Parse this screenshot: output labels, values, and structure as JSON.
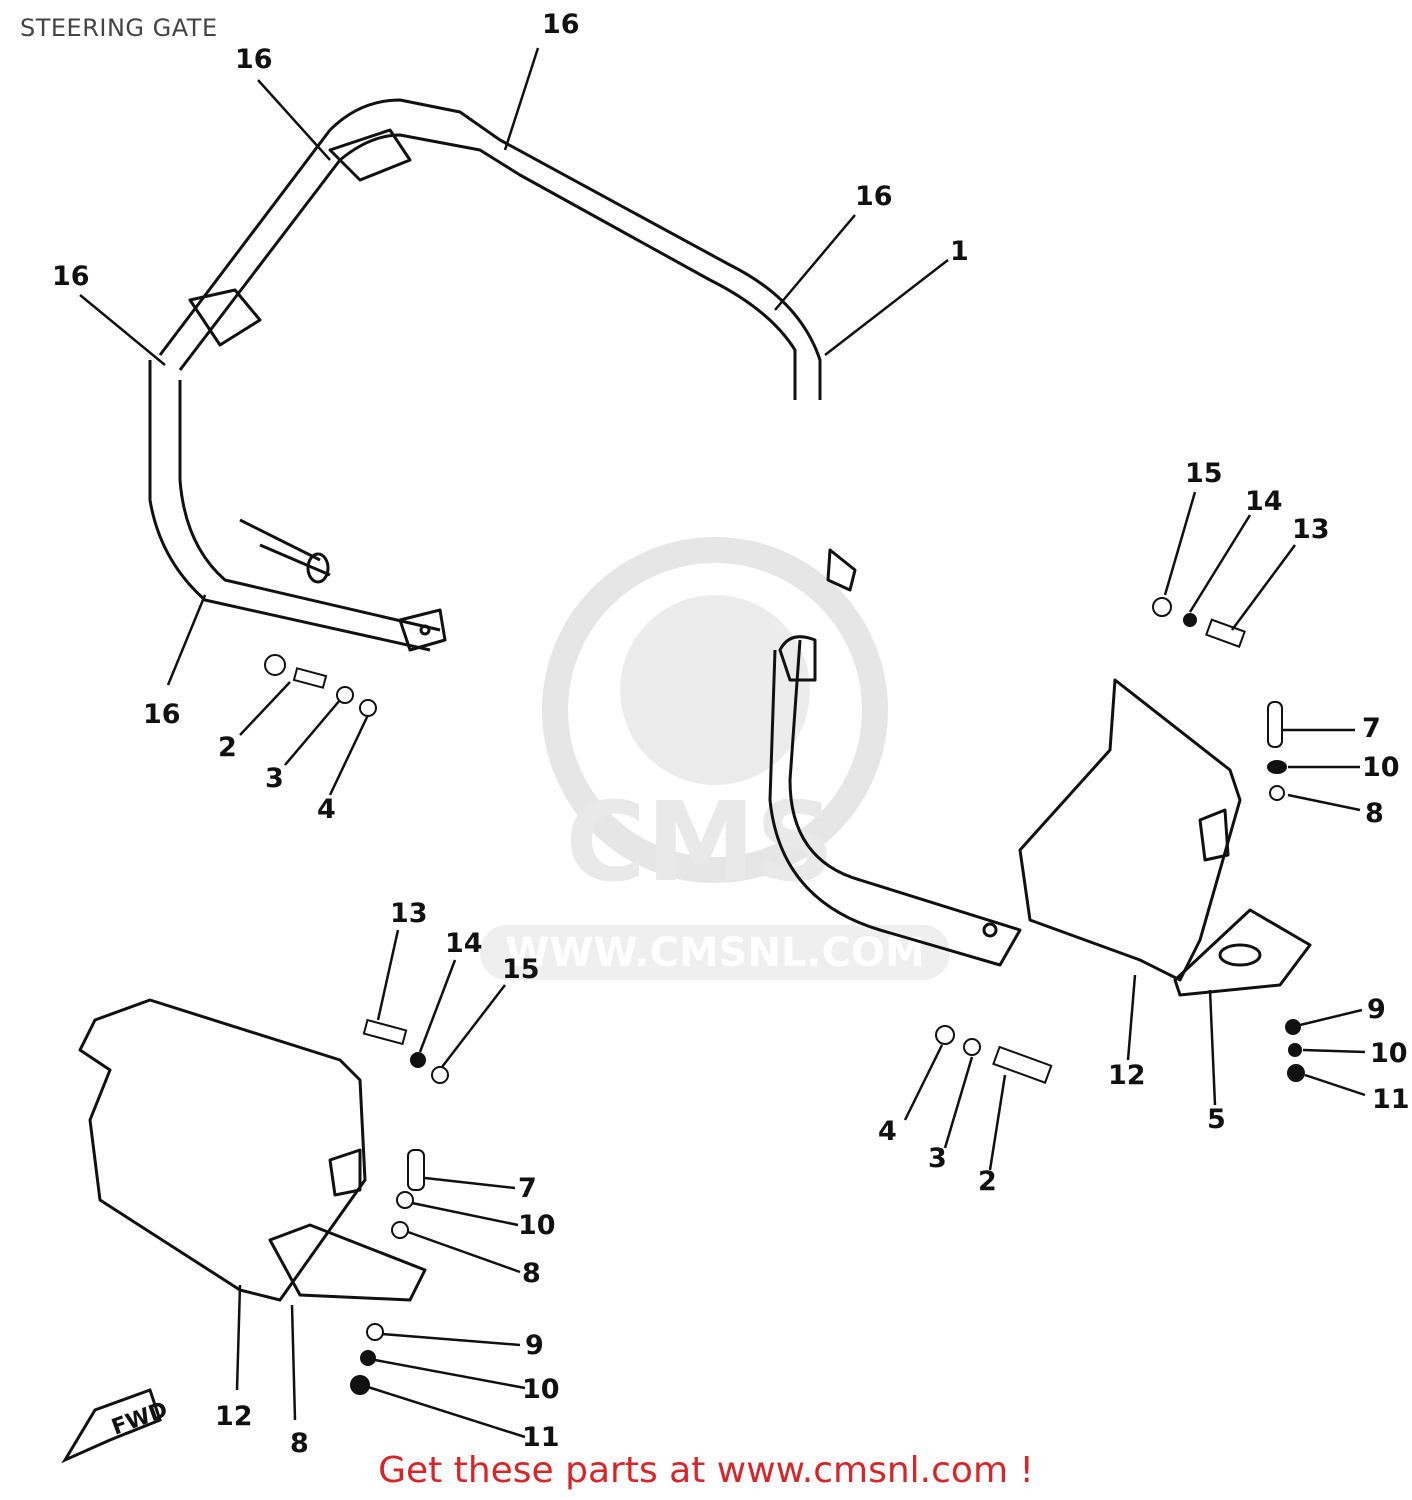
{
  "header": {
    "title": "STEERING GATE"
  },
  "watermark": {
    "brand": "CMS",
    "url": "WWW.CMSNL.COM"
  },
  "footer": {
    "text": "Get these parts at www.cmsnl.com !"
  },
  "fwd_mark": "FWD",
  "callouts": [
    {
      "id": "c16a",
      "text": "16"
    },
    {
      "id": "c16b",
      "text": "16"
    },
    {
      "id": "c16c",
      "text": "16"
    },
    {
      "id": "c16d",
      "text": "16"
    },
    {
      "id": "c16e",
      "text": "16"
    },
    {
      "id": "c1",
      "text": "1"
    },
    {
      "id": "c2a",
      "text": "2"
    },
    {
      "id": "c3a",
      "text": "3"
    },
    {
      "id": "c4a",
      "text": "4"
    },
    {
      "id": "c15a",
      "text": "15"
    },
    {
      "id": "c14a",
      "text": "14"
    },
    {
      "id": "c13a",
      "text": "13"
    },
    {
      "id": "c7a",
      "text": "7"
    },
    {
      "id": "c10a",
      "text": "10"
    },
    {
      "id": "c8a",
      "text": "8"
    },
    {
      "id": "c9a",
      "text": "9"
    },
    {
      "id": "c10b",
      "text": "10"
    },
    {
      "id": "c11a",
      "text": "11"
    },
    {
      "id": "c12a",
      "text": "12"
    },
    {
      "id": "c5",
      "text": "5"
    },
    {
      "id": "c4b",
      "text": "4"
    },
    {
      "id": "c3b",
      "text": "3"
    },
    {
      "id": "c2b",
      "text": "2"
    },
    {
      "id": "c13b",
      "text": "13"
    },
    {
      "id": "c14b",
      "text": "14"
    },
    {
      "id": "c15b",
      "text": "15"
    },
    {
      "id": "c7b",
      "text": "7"
    },
    {
      "id": "c10c",
      "text": "10"
    },
    {
      "id": "c8b",
      "text": "8"
    },
    {
      "id": "c9b",
      "text": "9"
    },
    {
      "id": "c10d",
      "text": "10"
    },
    {
      "id": "c11b",
      "text": "11"
    },
    {
      "id": "c12b",
      "text": "12"
    },
    {
      "id": "c8c",
      "text": "8"
    }
  ]
}
